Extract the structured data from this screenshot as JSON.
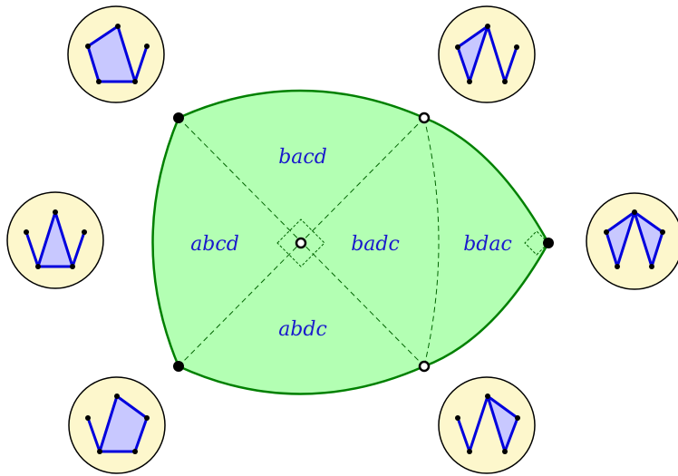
{
  "colors": {
    "region_fill": "#b3ffb3",
    "region_stroke": "#008000",
    "dash": "#006400",
    "label": "#1a1acc",
    "badge_fill": "#fdf7cc",
    "badge_stroke": "#000000",
    "poly_fill": "#c8c8ff",
    "poly_stroke": "#0000dd"
  },
  "regions": [
    {
      "id": "bacd",
      "label": "bacd"
    },
    {
      "id": "abcd",
      "label": "abcd"
    },
    {
      "id": "badc",
      "label": "badc"
    },
    {
      "id": "bdac",
      "label": "bdac"
    },
    {
      "id": "abdc",
      "label": "abdc"
    }
  ],
  "vertices": [
    {
      "id": "top-left",
      "kind": "filled"
    },
    {
      "id": "top-right",
      "kind": "open"
    },
    {
      "id": "right",
      "kind": "filled"
    },
    {
      "id": "bottom-right",
      "kind": "open"
    },
    {
      "id": "bottom-left",
      "kind": "filled"
    },
    {
      "id": "center",
      "kind": "open"
    }
  ],
  "polygon_badges": [
    {
      "id": "top-left"
    },
    {
      "id": "top-right"
    },
    {
      "id": "left"
    },
    {
      "id": "right"
    },
    {
      "id": "bottom-left"
    },
    {
      "id": "bottom-right"
    }
  ]
}
